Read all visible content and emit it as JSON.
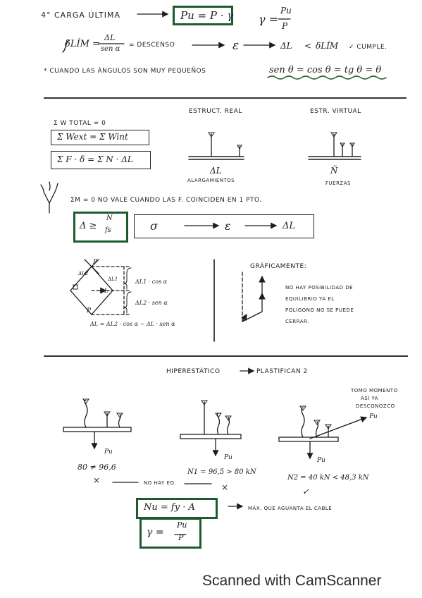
{
  "section1": {
    "line1": {
      "label": "4° carga última",
      "boxed_formula": "Pu = P · γ",
      "gamma_formula": "γ = Pu / P",
      "gamma_num": "Pu",
      "gamma_den": "P"
    },
    "line2": {
      "delta_lim": "δLÍM =",
      "frac_num": "ΔL",
      "frac_den": "sen α",
      "descenso": "= descenso",
      "epsilon": "ε",
      "delta_l": "ΔL",
      "lt": "<",
      "delta_lim2": "δLÍM",
      "cumple": "✓ cumple."
    },
    "note": {
      "text": "* cuando las ángulos son muy pequeños",
      "formula": "sen θ = cos θ = tg θ = θ"
    }
  },
  "section2": {
    "sum_w_total": "Σ W TOTAL = 0",
    "box_wext": "Σ Wext = Σ Wint",
    "box_ff": "Σ F · δ = Σ N · ΔL",
    "estruct_real": "Estruct. real",
    "estr_virtual": "Estr. virtual",
    "delta_l": "ΔL",
    "alargamientos": "alargamientos",
    "n_tilde": "Ñ",
    "fuerzas": "fuerzas",
    "moment_note": "ΣM = 0  no vale cuando las f. coinciden en 1 pto.",
    "box_delta": "Δ ≥",
    "box_delta_num": "N",
    "box_delta_den": "fs",
    "sigma": "σ",
    "epsilon": "ε",
    "delta_l2": "ΔL",
    "rhombus": {
      "p_top": "P",
      "p_bottom": "P",
      "dl1": "ΔL1",
      "dl2_side": "ΔL2",
      "l_label": "L",
      "eq1": "ΔL1 · cos α",
      "eq2": "ΔL2 · sen α",
      "eq_bottom": "ΔL = ΔL2 · cos α − ΔL · sen α"
    },
    "graficamente": "Gráficamente:",
    "no_equilibrio_lines": [
      "No hay posibilidad de",
      "equilibrio ya el",
      "polígono no se puede",
      "cerrar."
    ]
  },
  "section3": {
    "title": "Hiperestático",
    "plastifican": "plastifican 2",
    "toma_moment_lines": [
      "Tomo momento",
      "así ya",
      "desconozco",
      "Pu"
    ],
    "pu": "Pu",
    "val1": "80 ≠ 96,6",
    "cross1": "×",
    "no_hay_eq": "No hay eq.",
    "cross2": "×",
    "n1": "N1 = 96,5 > 80 kN",
    "n2": "N2 = 40 kN < 48,3 kN",
    "check": "✓",
    "box_nu": "Nu = fy · A",
    "max_text": "máx. que aguanta el cable",
    "box_gamma_lhs": "γ =",
    "box_gamma_num": "Pu",
    "box_gamma_den": "P"
  },
  "footer": "Scanned with CamScanner",
  "colors": {
    "ink": "#1d1d1d",
    "box_green": "#1e5a2c",
    "wavy_green": "#2e6b3a"
  }
}
